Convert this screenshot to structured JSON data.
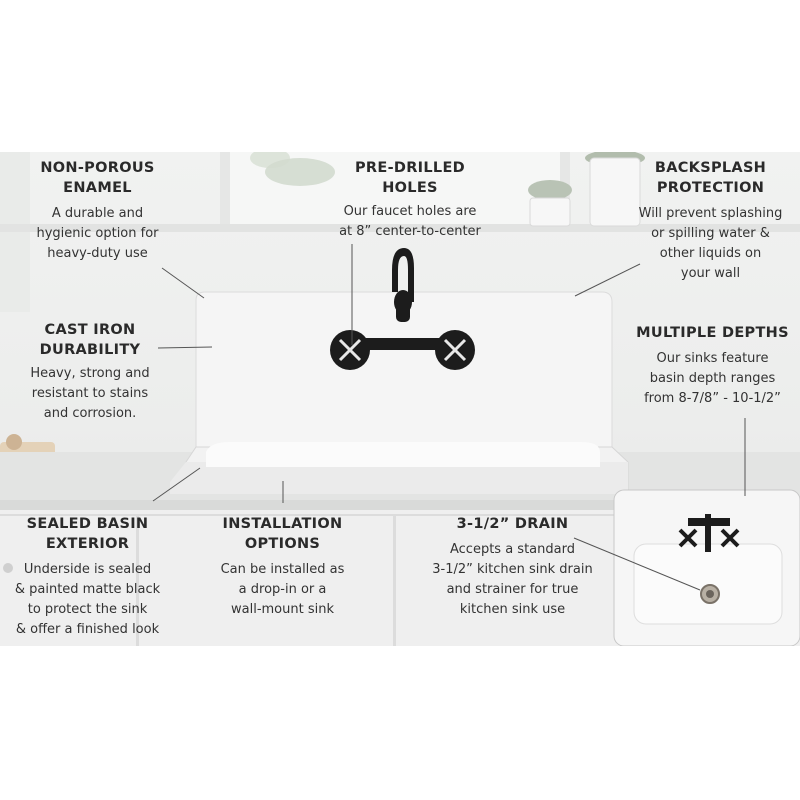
{
  "features": [
    {
      "title": "NON-POROUS\nENAMEL",
      "body": "A durable and\nhygienic option for\nheavy-duty use"
    },
    {
      "title": "PRE-DRILLED\nHOLES",
      "body": "Our faucet holes are\nat 8” center-to-center"
    },
    {
      "title": "BACKSPLASH\nPROTECTION",
      "body": "Will prevent splashing\nor spilling water &\nother liquids on\nyour wall"
    },
    {
      "title": "CAST IRON\nDURABILITY",
      "body": "Heavy, strong and\nresistant to stains\nand corrosion."
    },
    {
      "title": "MULTIPLE DEPTHS",
      "body": "Our sinks feature\nbasin depth ranges\nfrom 8-7/8” - 10-1/2”"
    },
    {
      "title": "SEALED BASIN\nEXTERIOR",
      "body": "Underside is sealed\n& painted matte black\nto protect the sink\n& offer a finished look"
    },
    {
      "title": "INSTALLATION\nOPTIONS",
      "body": "Can be installed as\na drop-in or a\nwall-mount sink"
    },
    {
      "title": "3-1/2” DRAIN",
      "body": "Accepts a standard\n3-1/2” kitchen sink drain\nand strainer for true\nkitchen sink use"
    }
  ],
  "colors": {
    "enamel": "#f4f4f4",
    "faucet": "#1c1c1c",
    "counter": "#e4e5e4",
    "cabinet": "#f2f2f2",
    "lines": "#555555"
  }
}
